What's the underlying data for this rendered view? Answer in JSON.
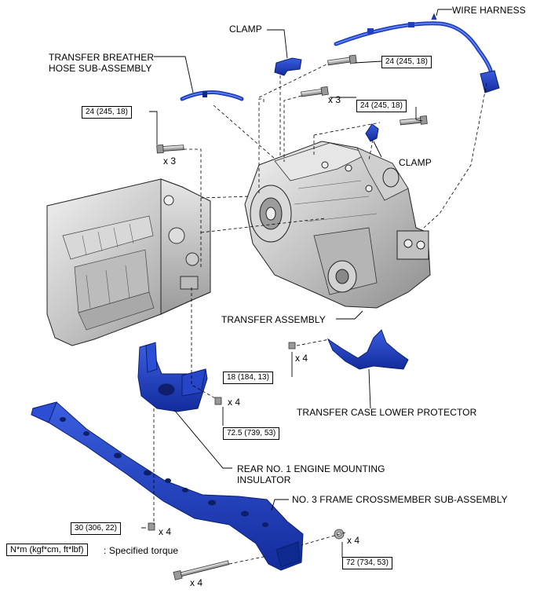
{
  "labels": {
    "wire_harness": "WIRE HARNESS",
    "clamp_top": "CLAMP",
    "clamp_mid": "CLAMP",
    "breather_line1": "TRANSFER BREATHER",
    "breather_line2": "HOSE SUB-ASSEMBLY",
    "transfer_assembly": "TRANSFER ASSEMBLY",
    "lower_protector": "TRANSFER CASE LOWER PROTECTOR",
    "mount_line1": "REAR NO. 1 ENGINE MOUNTING",
    "mount_line2": "INSULATOR",
    "crossmember": "NO. 3 FRAME CROSSMEMBER SUB-ASSEMBLY"
  },
  "torques": {
    "t1": "24 (245, 18)",
    "t2": "24 (245, 18)",
    "t3": "24 (245, 18)",
    "t4": "18 (184, 13)",
    "t5": "72.5 (739, 53)",
    "t6": "30 (306, 22)",
    "t7": "72 (734, 53)"
  },
  "quantities": {
    "q1": "x 3",
    "q2": "x 3",
    "q3": "x 4",
    "q4": "x 4",
    "q5": "x 4",
    "q6": "x 4",
    "q7": "x 4"
  },
  "legend": {
    "unit_box": "N*m (kgf*cm, ft*lbf)",
    "description": ": Specified torque"
  },
  "colors": {
    "part_blue": "#1f3fbf",
    "part_blue_dark": "#12288a",
    "metal_grey": "#c9c9c9",
    "line": "#000000"
  }
}
